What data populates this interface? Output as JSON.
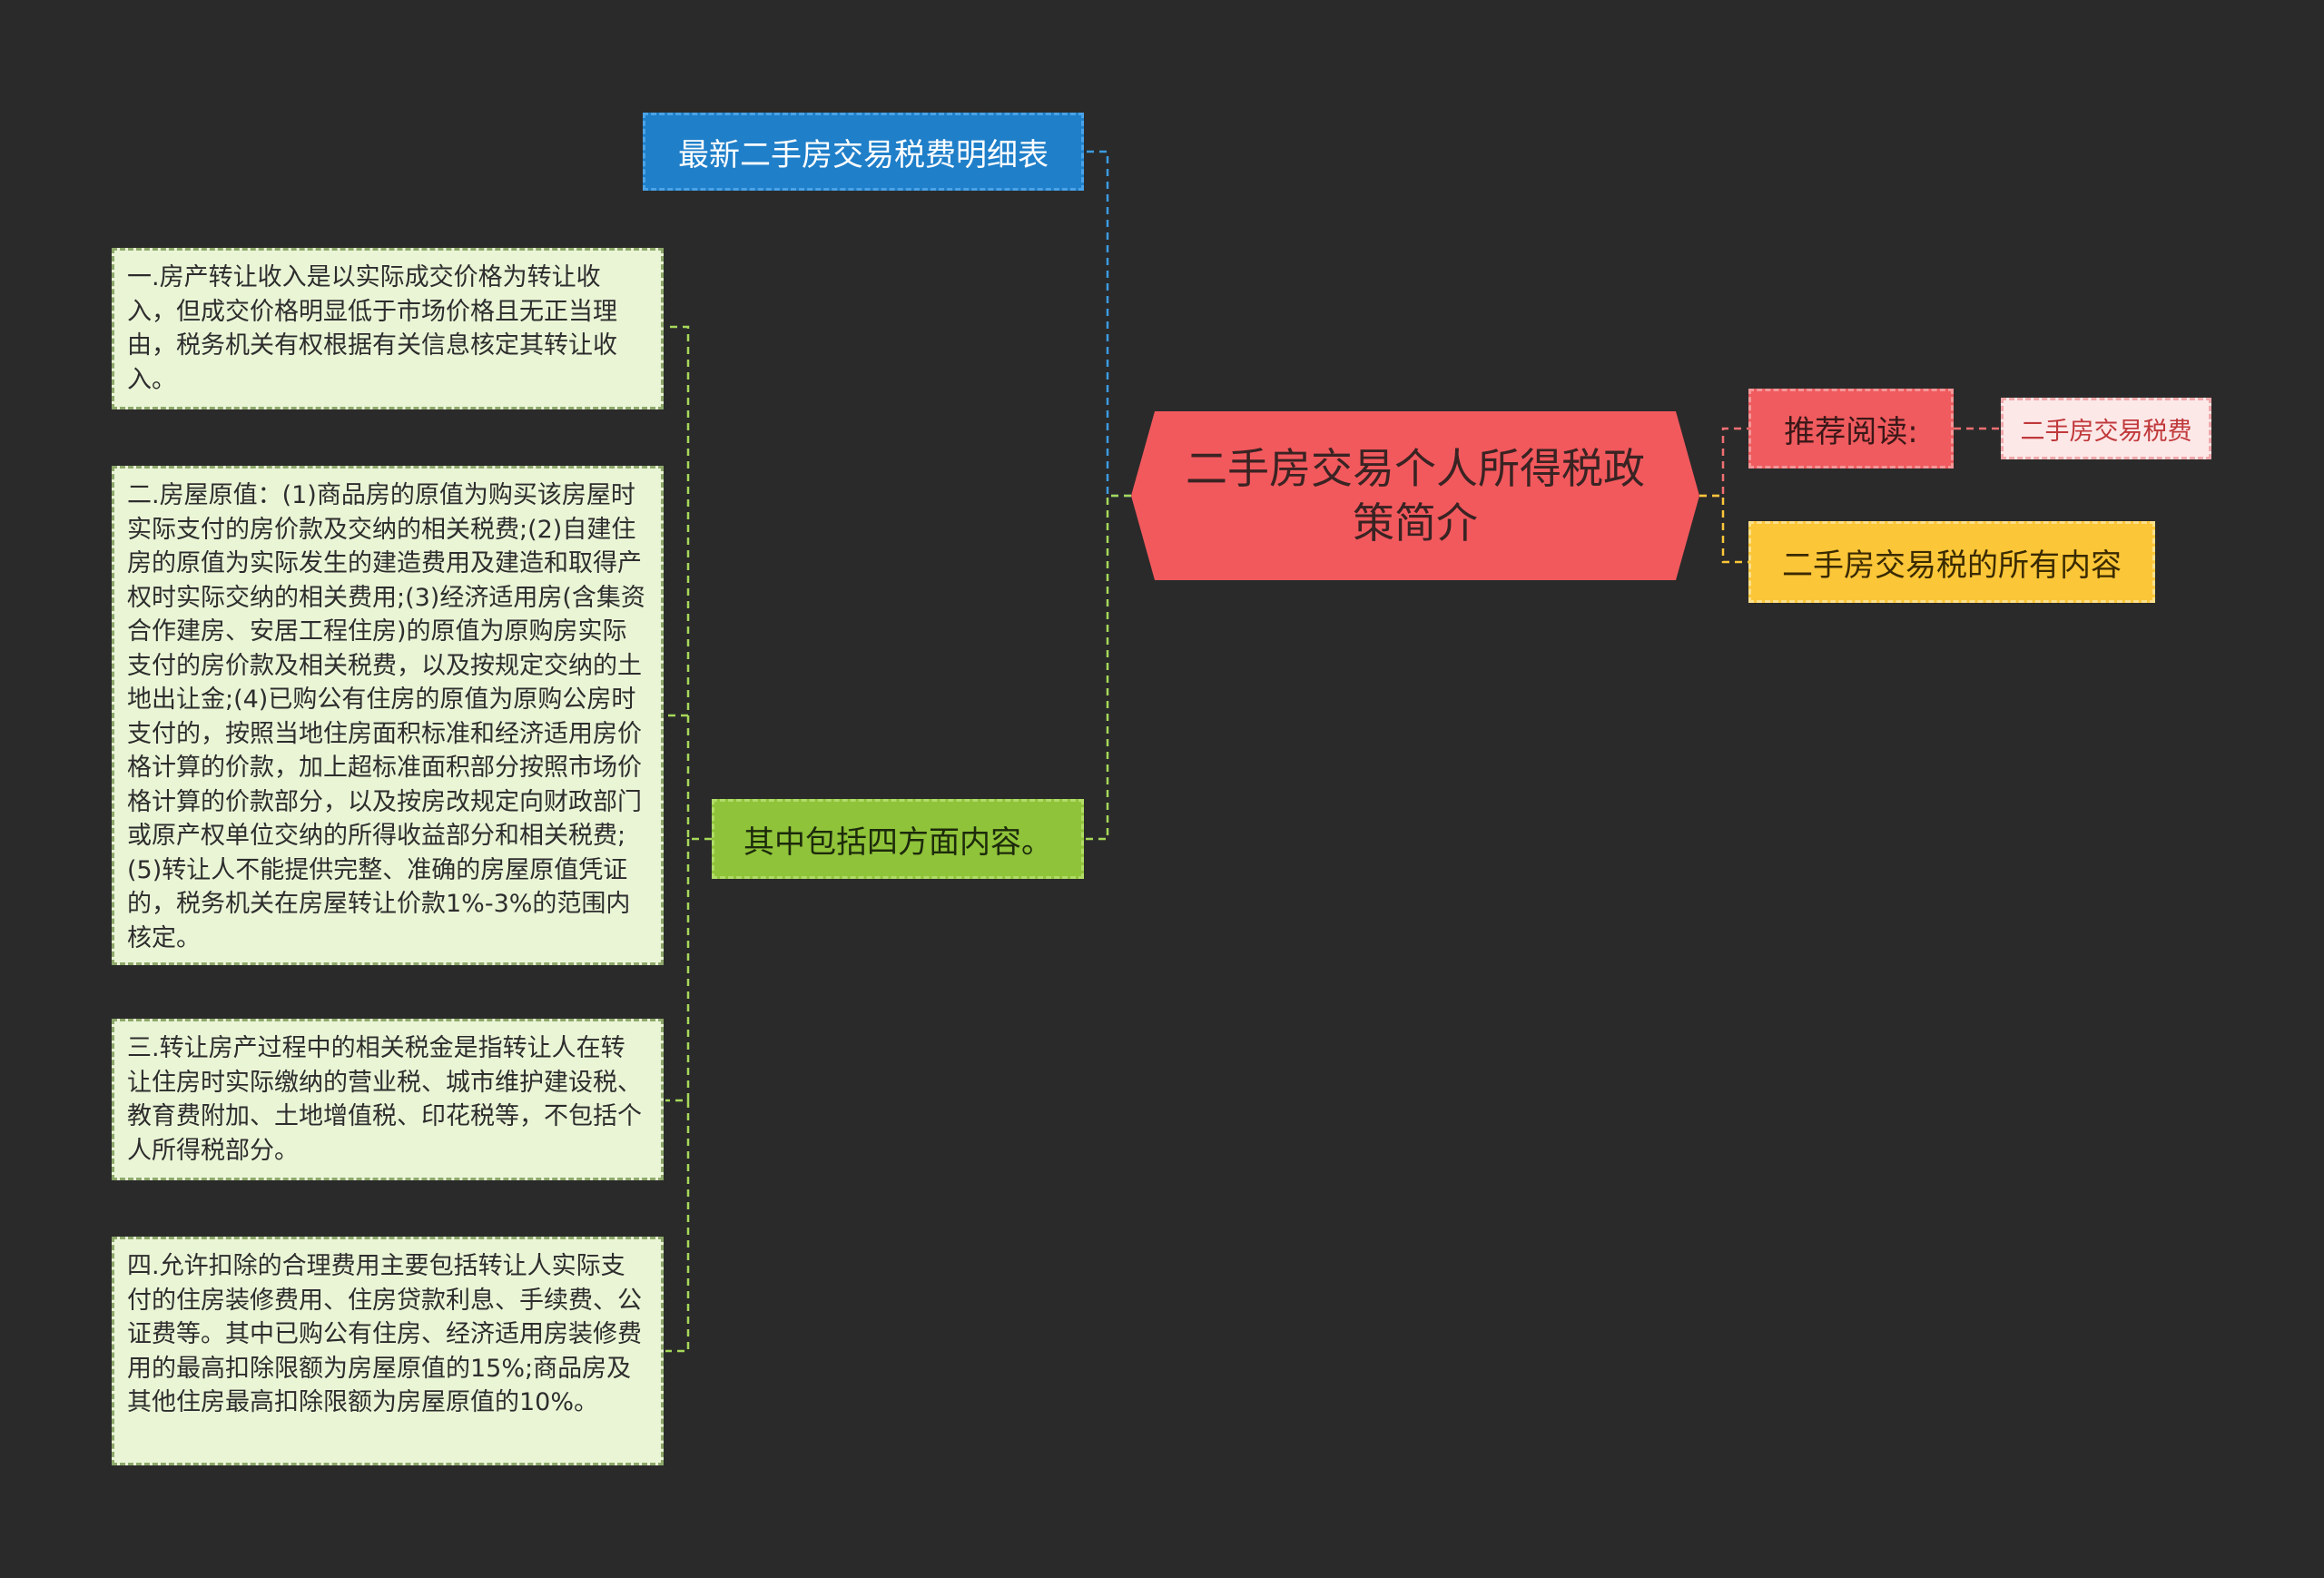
{
  "center": {
    "title": "二手房交易个人所得税政策简介",
    "color": "#f2595d"
  },
  "left": {
    "top_link": "最新二手房交易税费明细表",
    "four_aspects": "其中包括四方面内容。",
    "details": [
      "一.房产转让收入是以实际成交价格为转让收入，但成交价格明显低于市场价格且无正当理由，税务机关有权根据有关信息核定其转让收入。",
      "二.房屋原值：(1)商品房的原值为购买该房屋时实际支付的房价款及交纳的相关税费;(2)自建住房的原值为实际发生的建造费用及建造和取得产权时实际交纳的相关费用;(3)经济适用房(含集资合作建房、安居工程住房)的原值为原购房实际支付的房价款及相关税费，以及按规定交纳的土地出让金;(4)已购公有住房的原值为原购公房时支付的，按照当地住房面积标准和经济适用房价格计算的价款，加上超标准面积部分按照市场价格计算的价款部分，以及按房改规定向财政部门或原产权单位交纳的所得收益部分和相关税费;(5)转让人不能提供完整、准确的房屋原值凭证的，税务机关在房屋转让价款1%-3%的范围内核定。",
      "三.转让房产过程中的相关税金是指转让人在转让住房时实际缴纳的营业税、城市维护建设税、教育费附加、土地增值税、印花税等，不包括个人所得税部分。",
      "四.允许扣除的合理费用主要包括转让人实际支付的住房装修费用、住房贷款利息、手续费、公证费等。其中已购公有住房、经济适用房装修费用的最高扣除限额为房屋原值的15%;商品房及其他住房最高扣除限额为房屋原值的10%。"
    ]
  },
  "right": {
    "recommend_label": "推荐阅读:",
    "recommend_link": "二手房交易税费",
    "all_content": "二手房交易税的所有内容"
  },
  "colors": {
    "background": "#2a2a2a",
    "blue": "#1f7fc9",
    "green": "#8fc33a",
    "detail_bg": "#eaf5d6",
    "red": "#ef5b5e",
    "pink": "#fde8e8",
    "yellow": "#fbc638"
  }
}
